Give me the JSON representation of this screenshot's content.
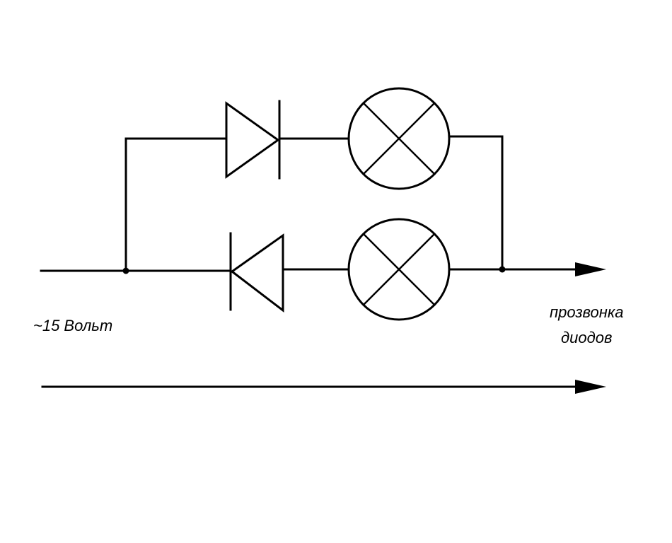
{
  "labels": {
    "source": "~15 Вольт",
    "output_line1": "прозвонка",
    "output_line2": "диодов"
  },
  "components": [
    {
      "type": "diode",
      "branch": "upper",
      "direction": "forward"
    },
    {
      "type": "lamp",
      "branch": "upper"
    },
    {
      "type": "diode",
      "branch": "lower",
      "direction": "reverse"
    },
    {
      "type": "lamp",
      "branch": "lower"
    }
  ],
  "colors": {
    "line": "#000000",
    "background": "#ffffff"
  }
}
